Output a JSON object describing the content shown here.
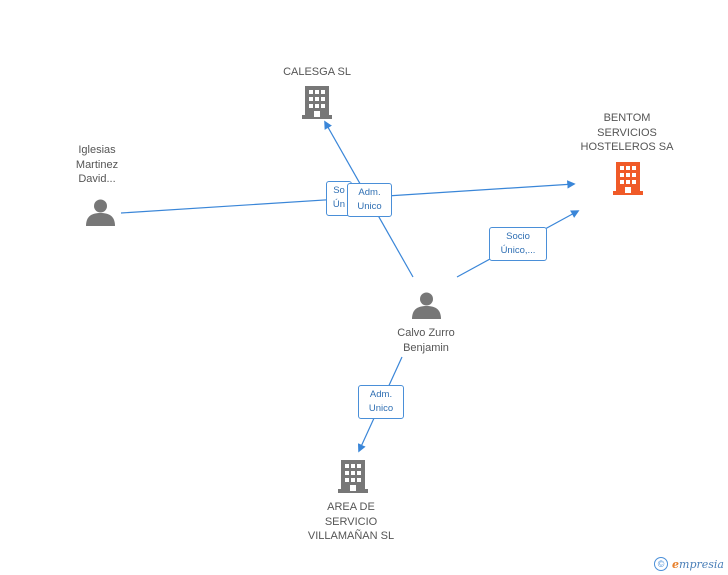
{
  "nodes": {
    "calesga": {
      "label": "CALESGA SL",
      "kind": "company"
    },
    "bentom": {
      "label_lines": [
        "BENTOM",
        "SERVICIOS",
        "HOSTELEROS SA"
      ],
      "kind": "company-highlight"
    },
    "iglesias": {
      "label_lines": [
        "Iglesias",
        "Martinez",
        "David..."
      ],
      "kind": "person"
    },
    "calvo": {
      "label_lines": [
        "Calvo Zurro",
        "Benjamin"
      ],
      "kind": "person"
    },
    "area": {
      "label_lines": [
        "AREA DE",
        "SERVICIO",
        "VILLAMAÑAN SL"
      ],
      "kind": "company"
    }
  },
  "edges": {
    "iglesias_bentom": {
      "badge_lines": [
        "So",
        "Ún"
      ]
    },
    "calvo_calesga": {
      "badge_lines": [
        "Adm.",
        "Unico"
      ]
    },
    "calvo_bentom": {
      "badge_lines": [
        "Socio",
        "Único,..."
      ]
    },
    "calvo_area": {
      "badge_lines": [
        "Adm.",
        "Unico"
      ]
    }
  },
  "footer": {
    "copyright_symbol": "©",
    "brand_initial": "e",
    "brand_rest": "mpresia"
  },
  "colors": {
    "edge": "#3a86d8",
    "node_gray": "#777777",
    "highlight": "#f05a28"
  }
}
